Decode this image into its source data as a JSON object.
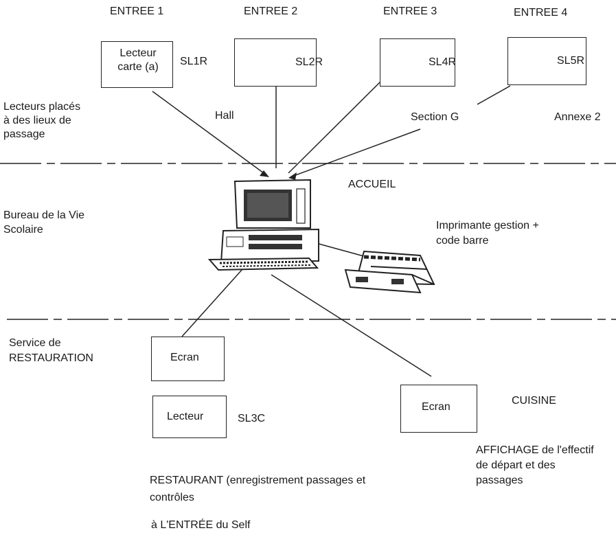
{
  "entrances": [
    "ENTREE 1",
    "ENTREE 2",
    "ENTREE 3",
    "ENTREE 4"
  ],
  "readers": {
    "reader1_label": "Lecteur carte (a)",
    "codes": [
      "SL1R",
      "SL2R",
      "SL4R",
      "SL5R"
    ]
  },
  "places": {
    "hall": "Hall",
    "section_g": "Section G",
    "annexe": "Annexe 2"
  },
  "zones": {
    "passage": "Lecteurs placés à des lieux de passage",
    "bureau": "Bureau de la Vie Scolaire",
    "restauration": "Service de RESTAURATION"
  },
  "accueil": "ACCUEIL",
  "printer_label": "Imprimante gestion + code barre",
  "restaurant": {
    "screen_label": "Ecran",
    "reader_label": "Lecteur",
    "reader_code": "SL3C",
    "caption": "RESTAURANT (enregistrement passages et contrôles",
    "entry": "à L'ENTRÉE du Self"
  },
  "cuisine": {
    "title": "CUISINE",
    "screen_label": "Ecran",
    "caption": "AFFICHAGE de l'effectif de départ et des passages"
  }
}
